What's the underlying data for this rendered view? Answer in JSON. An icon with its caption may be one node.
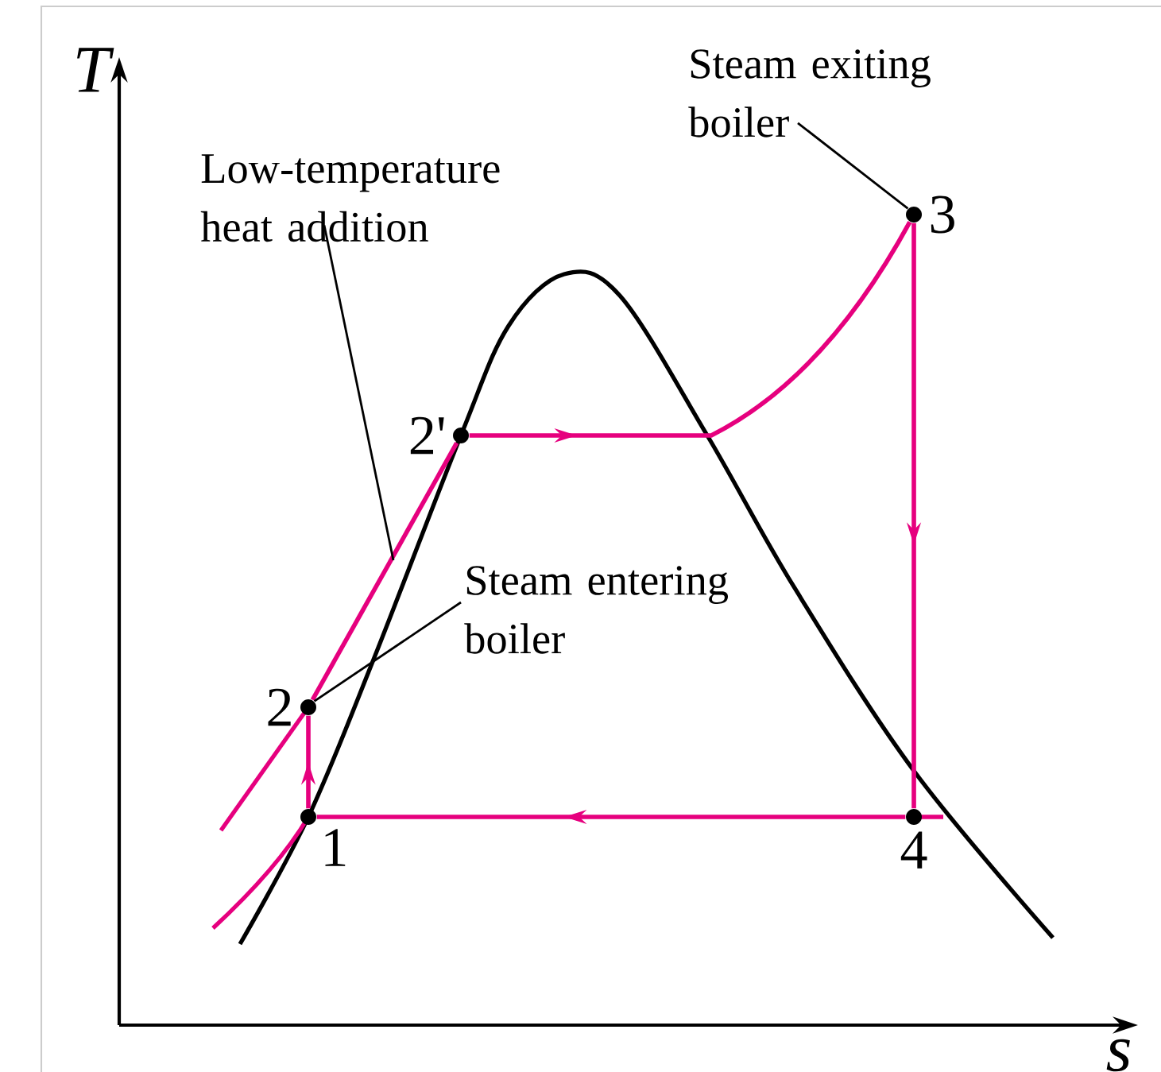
{
  "diagram": {
    "nodes": [
      {
        "text": [
          "Steam exiting boiler"
        ]
      },
      {
        "text": [
          "Low-temperature heat addition"
        ]
      },
      {
        "text": [
          "3"
        ]
      },
      {
        "text": [
          "2'"
        ]
      },
      {
        "text": [
          "Steam entering boiler"
        ]
      },
      {
        "text": [
          "2"
        ]
      },
      {
        "text": [
          "1"
        ]
      },
      {
        "text": [
          "4"
        ]
      }
    ],
    "edges": [
      {
        "from": 6,
        "to": 5,
        "arrow": "to"
      },
      {
        "from": 5,
        "to": 3,
        "arrow": "none"
      },
      {
        "from": 3,
        "to": 2,
        "arrow": "to"
      },
      {
        "from": 2,
        "to": 7,
        "arrow": "to"
      },
      {
        "from": 7,
        "to": 6,
        "arrow": "to"
      },
      {
        "from": 0,
        "to": 2,
        "arrow": "none",
        "color": "#000000"
      },
      {
        "from": 4,
        "to": 5,
        "arrow": "none",
        "color": "#000000"
      },
      {
        "from": 1,
        "to": null,
        "arrow": "none",
        "color": "#000000"
      }
    ],
    "labels": [
      "T",
      "s"
    ]
  }
}
